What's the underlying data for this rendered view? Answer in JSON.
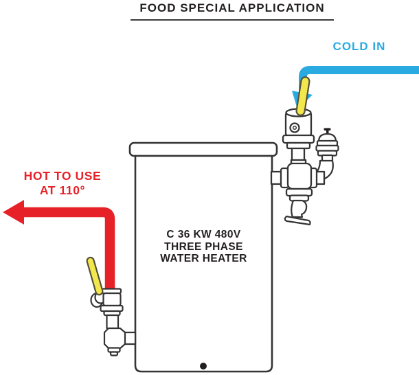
{
  "title": "FOOD SPECIAL APPLICATION",
  "cold": {
    "label": "COLD IN"
  },
  "hot": {
    "label_line1": "HOT TO USE",
    "label_line2": "AT 110°"
  },
  "tank": {
    "label_line1": "C 36 KW 480V",
    "label_line2": "THREE PHASE",
    "label_line3": "WATER HEATER"
  },
  "colors": {
    "cold_blue": "#29ABE2",
    "hot_red": "#E62228",
    "valve_yellow": "#F2E84D",
    "outline": "#343434",
    "text_dark": "#231F20"
  },
  "components": [
    "cold-inlet-pipe-icon",
    "cold-inlet-valve-icon",
    "vacuum-breaker-icon",
    "inlet-tee-fitting-icon",
    "relief-valve-icon",
    "water-heater-tank-icon",
    "hot-outlet-pipe-icon",
    "hot-outlet-valve-icon",
    "drain-fitting-icon"
  ]
}
